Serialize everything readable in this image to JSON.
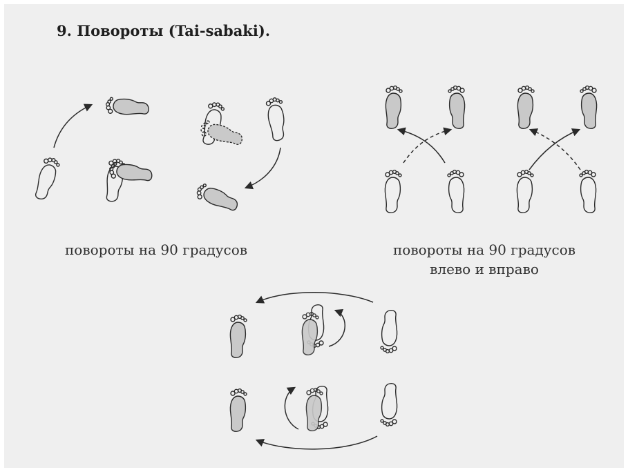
{
  "title": "9. Повороты (Tai-sabaki).",
  "captions": {
    "turn_90": "повороты на 90 градусов",
    "turn_90_lr_line1": "повороты на 90 градусов",
    "turn_90_lr_line2": "влево и вправо"
  },
  "colors": {
    "page_bg": "#efefef",
    "foot_fill": "#c9c9c9",
    "ink": "#2a2a2a"
  }
}
